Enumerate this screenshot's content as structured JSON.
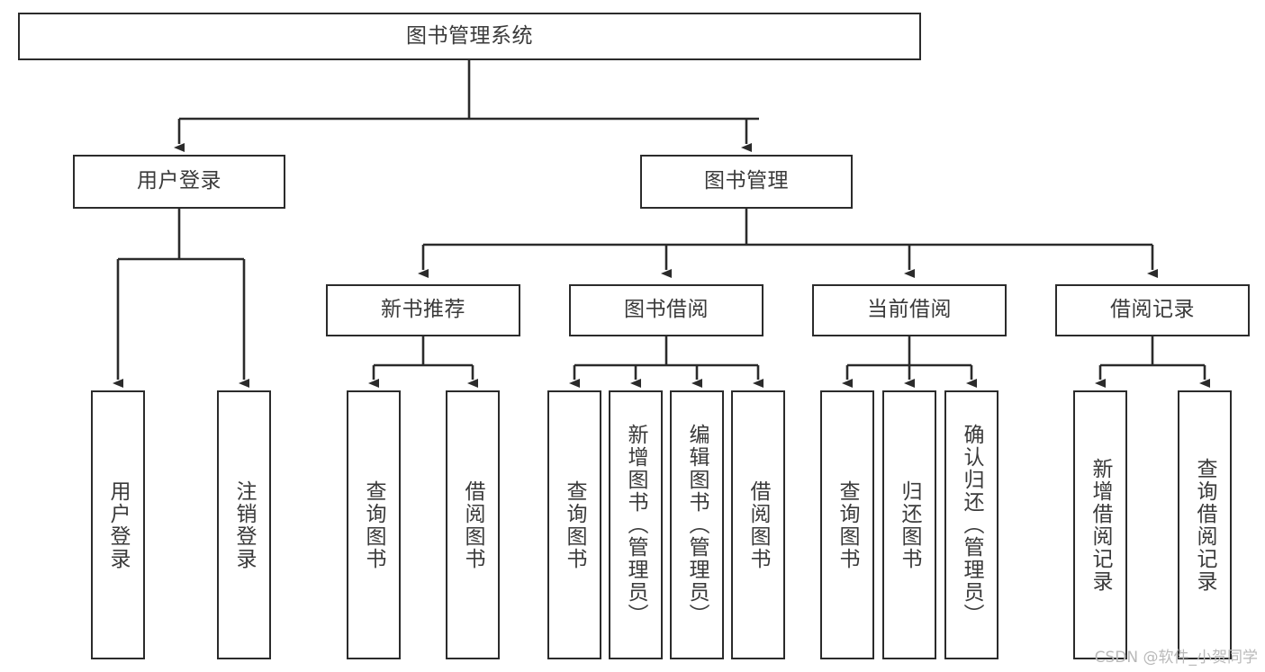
{
  "diagram": {
    "title": "图书管理系统",
    "type": "hierarchy-tree",
    "levels": 4,
    "root": {
      "label": "图书管理系统"
    },
    "level2": [
      {
        "label": "用户登录"
      },
      {
        "label": "图书管理"
      }
    ],
    "level3": [
      {
        "label": "新书推荐",
        "parent": "图书管理"
      },
      {
        "label": "图书借阅",
        "parent": "图书管理"
      },
      {
        "label": "当前借阅",
        "parent": "图书管理"
      },
      {
        "label": "借阅记录",
        "parent": "图书管理"
      }
    ],
    "leaves": {
      "user_login": [
        {
          "label": "用户登录"
        },
        {
          "label": "注销登录"
        }
      ],
      "new_book_recommend": [
        {
          "label": "查询图书"
        },
        {
          "label": "借阅图书"
        }
      ],
      "book_borrow": [
        {
          "label": "查询图书"
        },
        {
          "label": "新增图书（管理员）"
        },
        {
          "label": "编辑图书（管理员）"
        },
        {
          "label": "借阅图书"
        }
      ],
      "current_borrow": [
        {
          "label": "查询图书"
        },
        {
          "label": "归还图书"
        },
        {
          "label": "确认归还（管理员）"
        }
      ],
      "borrow_record": [
        {
          "label": "新增借阅记录"
        },
        {
          "label": "查询借阅记录"
        }
      ]
    }
  },
  "watermark": {
    "text": "CSDN @软件_小贺同学"
  },
  "colors": {
    "box_border": "#2b2b2b",
    "box_fill": "#ffffff",
    "text": "#3a3a3a",
    "connector": "#2b2b2b",
    "watermark": "#b9b9b9"
  }
}
